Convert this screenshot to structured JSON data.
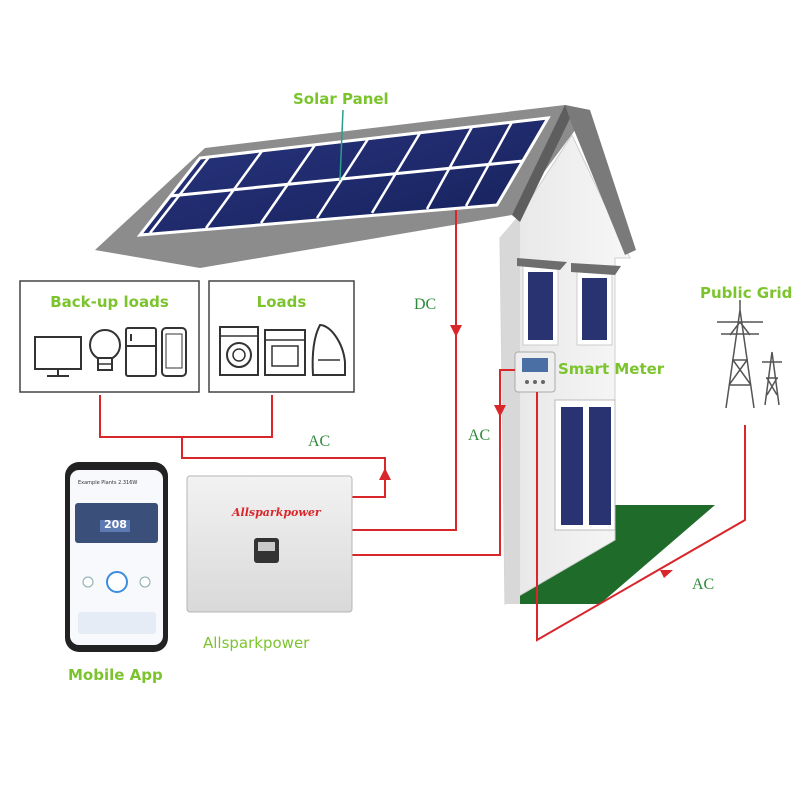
{
  "labels": {
    "solar_panel": "Solar Panel",
    "backup_loads": "Back-up loads",
    "loads": "Loads",
    "public_grid": "Public Grid",
    "smart_meter": "Smart Meter",
    "mobile_app": "Mobile App",
    "inverter_caption": "Allsparkpower",
    "inverter_brand": "Allsparkpower"
  },
  "flows": {
    "dc": "DC",
    "ac_loads": "AC",
    "ac_meter": "AC",
    "ac_grid": "AC"
  },
  "phone": {
    "plant_name": "Example Plants 2.316W",
    "power_value": "208"
  },
  "colors": {
    "accent_green": "#7cc42e",
    "wire_red": "#d8262b",
    "flow_text": "#2f8a3a",
    "lawn": "#1f6b2a"
  },
  "icons": [
    "tv-icon",
    "bulb-icon",
    "fridge-icon",
    "phone-icon",
    "washer-icon",
    "oven-icon",
    "iron-icon",
    "pylon-icon"
  ]
}
